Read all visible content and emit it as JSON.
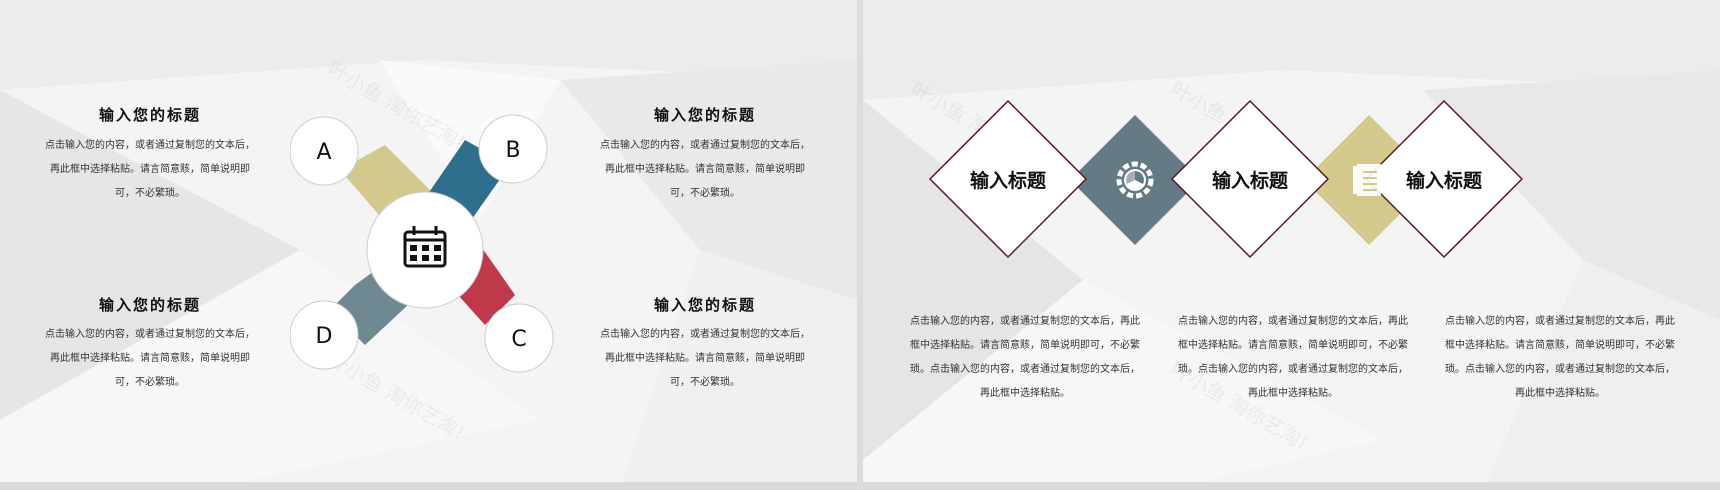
{
  "watermark": "叶小鱼 淘你艺淘!",
  "slide1": {
    "blocks": [
      {
        "title": "输入您的标题",
        "text": [
          "点击输入您的内容，或者通过复制您的文本后，",
          "再此框中选择粘贴。请言简意赅，简单说明即",
          "可，不必繁琐。"
        ]
      },
      {
        "title": "输入您的标题",
        "text": [
          "点击输入您的内容，或者通过复制您的文本后，",
          "再此框中选择粘贴。请言简意赅，简单说明即",
          "可，不必繁琐。"
        ]
      },
      {
        "title": "输入您的标题",
        "text": [
          "点击输入您的内容，或者通过复制您的文本后，",
          "再此框中选择粘贴。请言简意赅，简单说明即",
          "可，不必繁琐。"
        ]
      },
      {
        "title": "输入您的标题",
        "text": [
          "点击输入您的内容，或者通过复制您的文本后，",
          "再此框中选择粘贴。请言简意赅，简单说明即",
          "可，不必繁琐。"
        ]
      }
    ],
    "petals": {
      "a": "A",
      "b": "B",
      "c": "C",
      "d": "D"
    },
    "center_icon": "calendar-icon"
  },
  "slide2": {
    "diamonds": [
      {
        "title": "输入标题"
      },
      {
        "title": "输入标题"
      },
      {
        "title": "输入标题"
      }
    ],
    "connectors": [
      {
        "icon": "gear-icon"
      },
      {
        "icon": "document-icon"
      }
    ],
    "paragraphs": [
      [
        "点击输入您的内容，或者通过复制您的文本后，再此",
        "框中选择粘贴。请言简意赅，简单说明即可，不必繁",
        "琐。点击输入您的内容，或者通过复制您的文本后，",
        "再此框中选择粘贴。"
      ],
      [
        "点击输入您的内容，或者通过复制您的文本后，再此",
        "框中选择粘贴。请言简意赅，简单说明即可，不必繁",
        "琐。点击输入您的内容，或者通过复制您的文本后，",
        "再此框中选择粘贴。"
      ],
      [
        "点击输入您的内容，或者通过复制您的文本后，再此",
        "框中选择粘贴。请言简意赅，简单说明即可，不必繁",
        "琐。点击输入您的内容，或者通过复制您的文本后，",
        "再此框中选择粘贴。"
      ]
    ]
  },
  "colors": {
    "tan": "#d4c98c",
    "teal": "#2f6f8d",
    "red": "#c0394b",
    "slate": "#6f8993",
    "slate2": "#627b85",
    "maroon": "#5a1a1f"
  }
}
